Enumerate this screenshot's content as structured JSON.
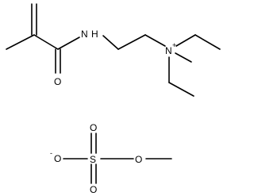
{
  "cation": {
    "atoms": {
      "nitrogen_amide": "N",
      "hydrogen_amide": "H",
      "oxygen_carbonyl": "O",
      "nitrogen_ammonium": "N",
      "charge": "+"
    }
  },
  "anion": {
    "atoms": {
      "oxygen_anionic": "O",
      "anionic_charge": "-",
      "sulfur": "S",
      "oxygen_top": "O",
      "oxygen_bottom": "O",
      "oxygen_ester": "O"
    }
  }
}
